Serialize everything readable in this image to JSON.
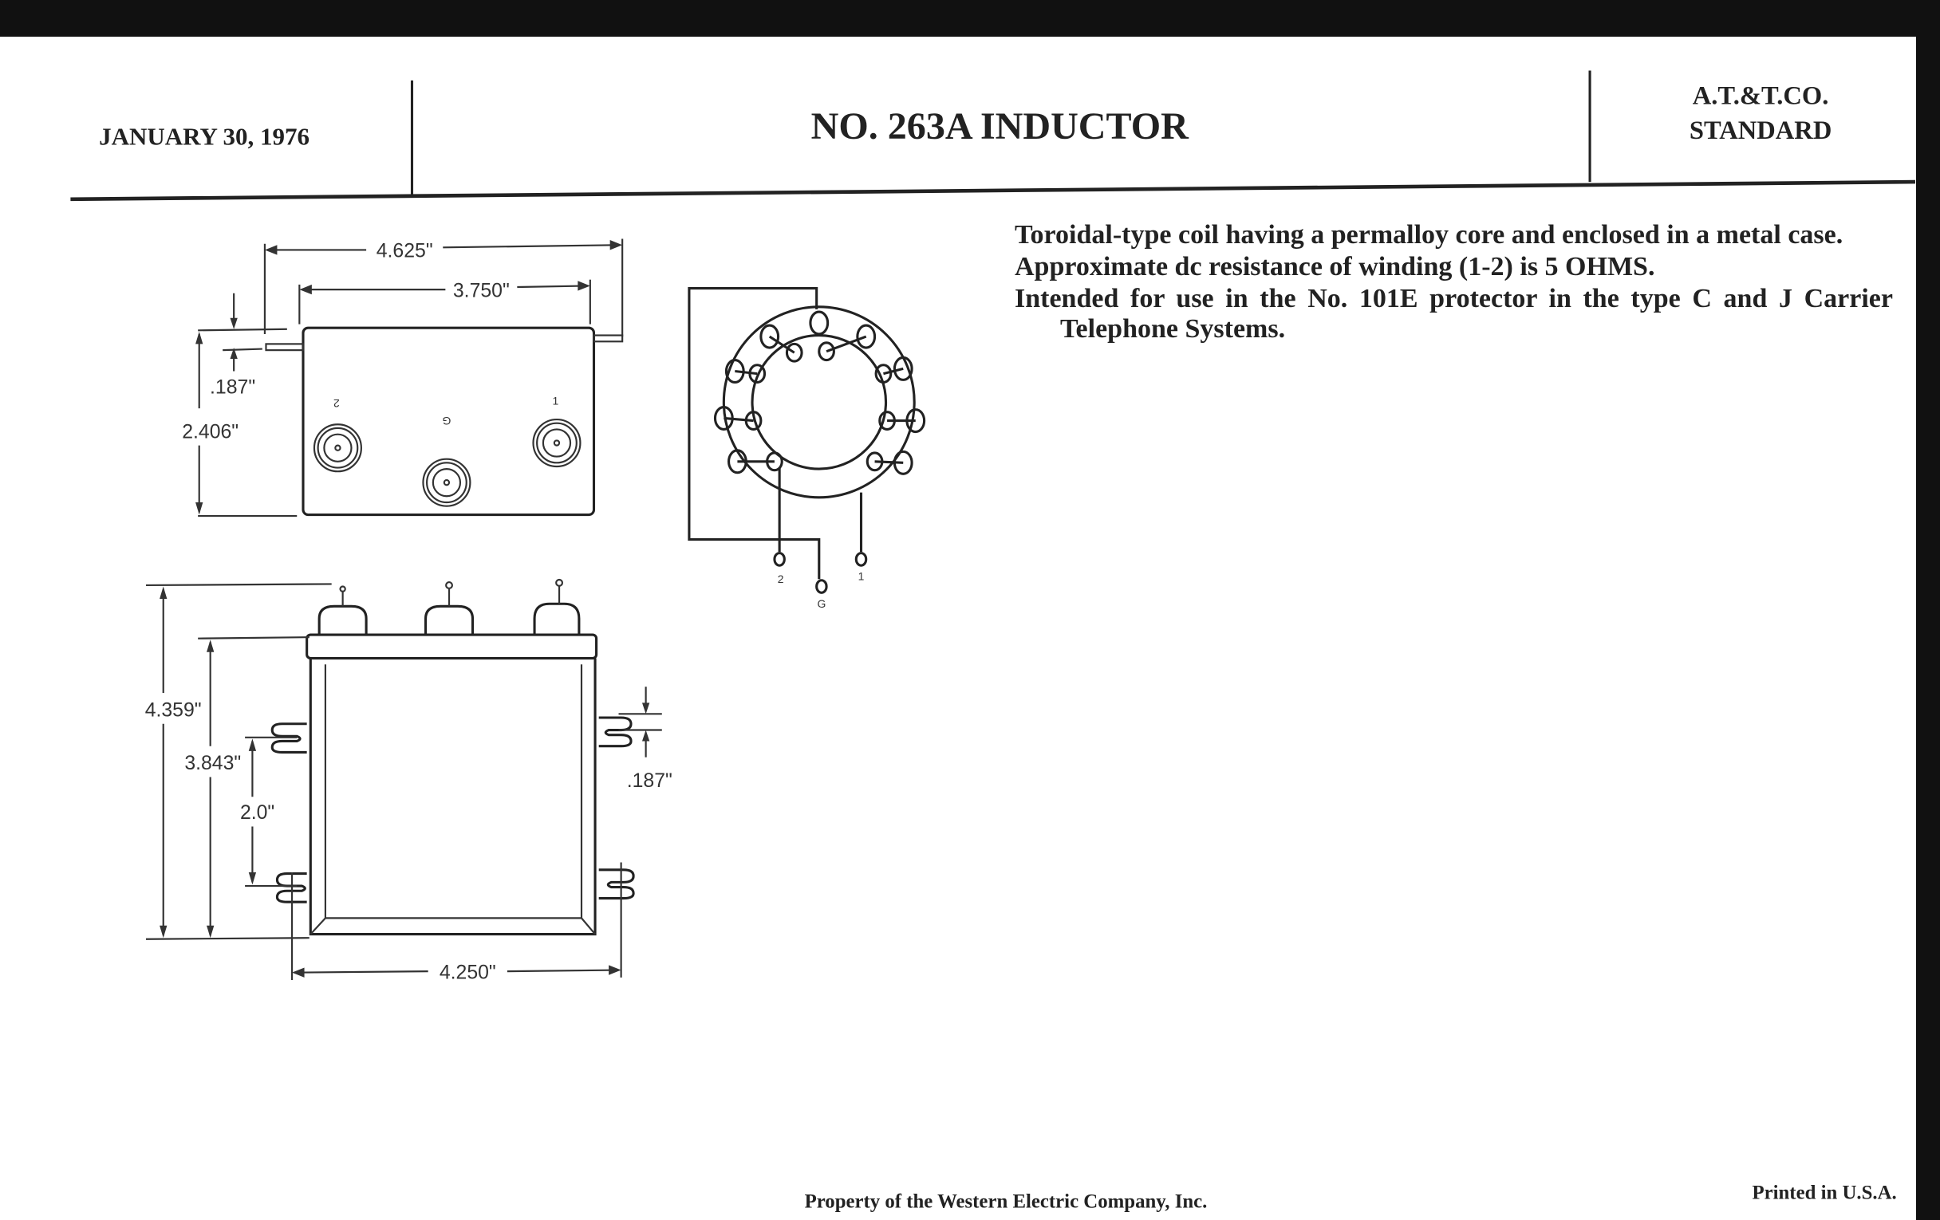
{
  "header": {
    "date": "JANUARY 30, 1976",
    "title": "NO. 263A INDUCTOR",
    "standard_line1": "A.T.&T.CO.",
    "standard_line2": "STANDARD"
  },
  "description": [
    "Toroidal-type coil having a permalloy core and enclosed in a metal case.",
    "Approximate dc resistance of winding (1-2) is 5 OHMS.",
    "Intended for use in the No. 101E protector in the type C and J Carrier Telephone Systems."
  ],
  "top_view": {
    "dims": {
      "overall_width": "4.625\"",
      "body_width": "3.750\"",
      "stud_offset": ".187\"",
      "height": "2.406\""
    },
    "terminals": [
      "2",
      "G",
      "1"
    ]
  },
  "schematic": {
    "terminals": [
      "2",
      "G",
      "1"
    ]
  },
  "front_view": {
    "dims": {
      "overall_height": "4.359\"",
      "body_height": "3.843\"",
      "ear_spacing": "2.0\"",
      "ear_offset": ".187\"",
      "mount_width": "4.250\""
    }
  },
  "footer": {
    "property": "Property of the Western Electric Company, Inc.",
    "printed": "Printed in U.S.A."
  }
}
